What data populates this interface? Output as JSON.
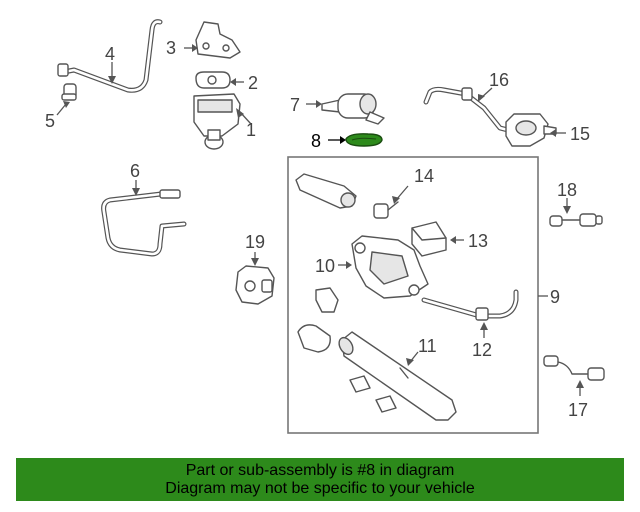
{
  "callouts": {
    "c1": "1",
    "c2": "2",
    "c3": "3",
    "c4": "4",
    "c5": "5",
    "c6": "6",
    "c7": "7",
    "c8": "8",
    "c9": "9",
    "c10": "10",
    "c11": "11",
    "c12": "12",
    "c13": "13",
    "c14": "14",
    "c15": "15",
    "c16": "16",
    "c17": "17",
    "c18": "18",
    "c19": "19"
  },
  "highlighted_part": "8",
  "highlight_color": "#2d8a1b",
  "banner": {
    "line1": "Part or sub-assembly is #8 in diagram",
    "line2": "Diagram may not be specific to your vehicle",
    "background": "#2d8a1b"
  }
}
